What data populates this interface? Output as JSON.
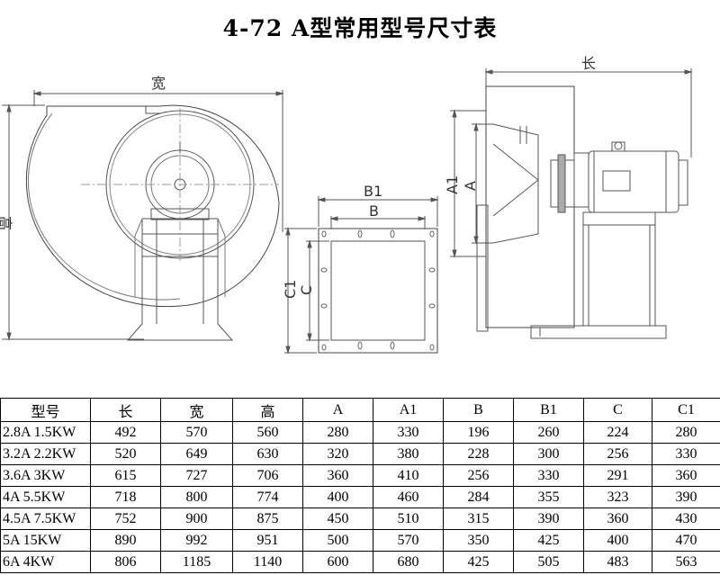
{
  "title": "4-72 A型常用型号尺寸表",
  "drawing": {
    "labels": {
      "front_width": "宽",
      "front_height": "高",
      "flange_b1": "B1",
      "flange_b": "B",
      "flange_c1": "C1",
      "flange_c": "C",
      "side_length": "长",
      "side_a1": "A1",
      "side_a": "A"
    }
  },
  "table": {
    "headers": [
      "型号",
      "长",
      "宽",
      "高",
      "A",
      "A1",
      "B",
      "B1",
      "C",
      "C1"
    ],
    "rows": [
      [
        "2.8A 1.5KW",
        "492",
        "570",
        "560",
        "280",
        "330",
        "196",
        "260",
        "224",
        "280"
      ],
      [
        "3.2A 2.2KW",
        "520",
        "649",
        "630",
        "320",
        "380",
        "228",
        "300",
        "256",
        "330"
      ],
      [
        "3.6A 3KW",
        "615",
        "727",
        "706",
        "360",
        "410",
        "256",
        "330",
        "291",
        "360"
      ],
      [
        "4A 5.5KW",
        "718",
        "800",
        "774",
        "400",
        "460",
        "284",
        "355",
        "323",
        "390"
      ],
      [
        "4.5A 7.5KW",
        "752",
        "900",
        "875",
        "450",
        "510",
        "315",
        "390",
        "360",
        "430"
      ],
      [
        "5A 15KW",
        "890",
        "992",
        "951",
        "500",
        "570",
        "350",
        "425",
        "400",
        "470"
      ],
      [
        "6A 4KW",
        "806",
        "1185",
        "1140",
        "600",
        "680",
        "425",
        "505",
        "483",
        "563"
      ]
    ]
  }
}
